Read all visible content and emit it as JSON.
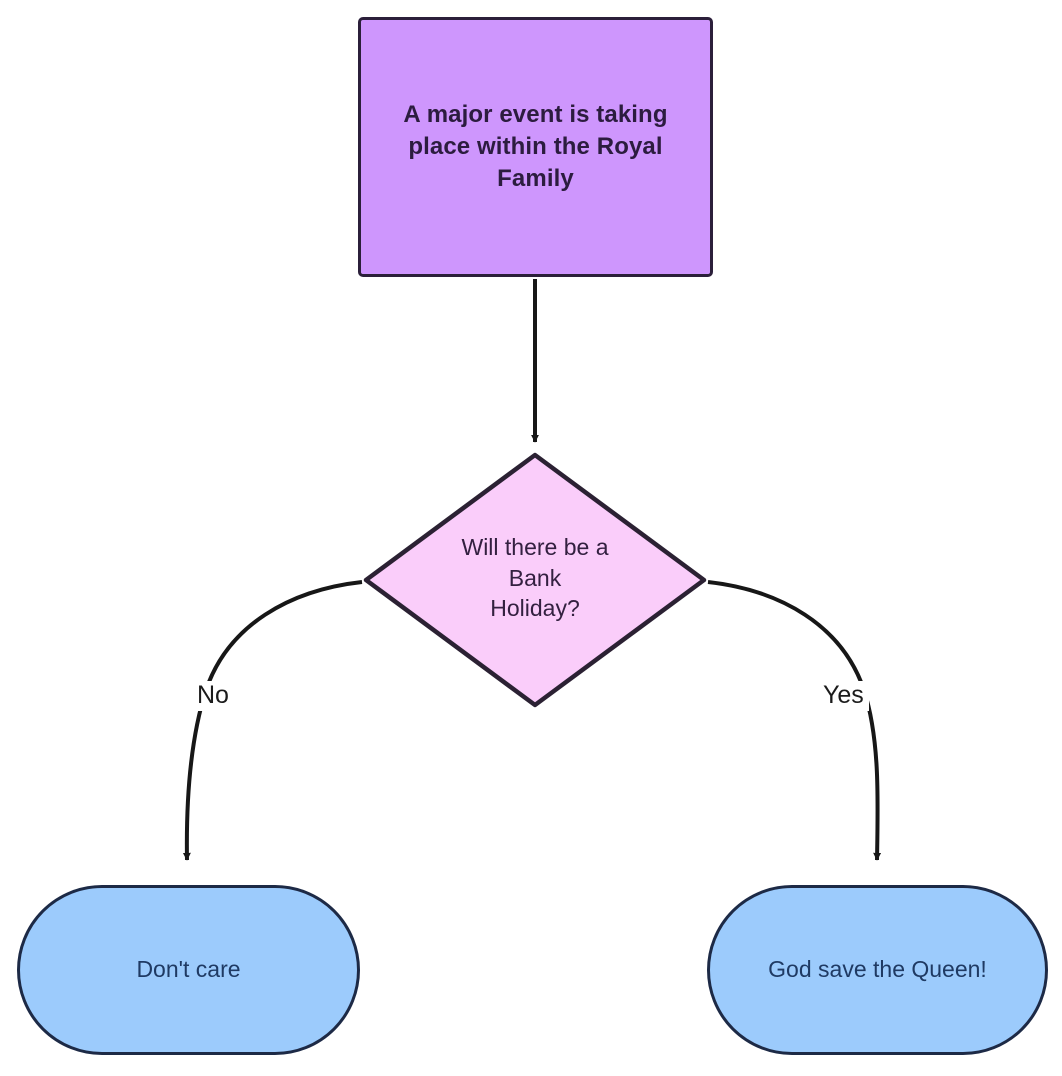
{
  "diagram": {
    "type": "flowchart",
    "background_color": "#ffffff",
    "nodes": [
      {
        "id": "event",
        "shape": "rectangle",
        "text": "A major event is taking place within the Royal Family",
        "text_lines": "A major event is taking\nplace within the Royal\nFamily",
        "fill_color": "#ce96fd",
        "border_color": "#2b1f3a",
        "text_color": "#2c1c3f"
      },
      {
        "id": "decision",
        "shape": "diamond",
        "text": "Will there be a Bank Holiday?",
        "text_lines": "Will there be a\nBank\nHoliday?",
        "fill_color": "#facdfa",
        "border_color": "#2b2133",
        "text_color": "#332040"
      },
      {
        "id": "dontcare",
        "shape": "stadium",
        "text": "Don't care",
        "text_lines": "Don't care",
        "fill_color": "#9ccbfc",
        "border_color": "#1d2a46",
        "text_color": "#1f3a63"
      },
      {
        "id": "queen",
        "shape": "stadium",
        "text": "God save the Queen!",
        "text_lines": "God save the Queen!",
        "fill_color": "#9ccbfc",
        "border_color": "#1d2a46",
        "text_color": "#1f3a63"
      }
    ],
    "edges": [
      {
        "id": "event-to-decision",
        "from": "event",
        "to": "decision",
        "label": "",
        "arrow": "filled-triangle"
      },
      {
        "id": "decision-to-dontcare",
        "from": "decision",
        "to": "dontcare",
        "label": "No",
        "arrow": "filled-triangle"
      },
      {
        "id": "decision-to-queen",
        "from": "decision",
        "to": "queen",
        "label": "Yes",
        "arrow": "filled-triangle"
      }
    ],
    "edge_color": "#171717"
  }
}
